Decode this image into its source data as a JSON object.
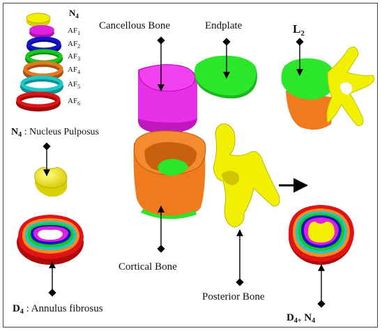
{
  "labels": {
    "cancellous_bone": "Cancellous Bone",
    "endplate": "Endplate",
    "l2": "L",
    "l2_sub": "2",
    "nucleus_prefix": "N",
    "nucleus_sub": "4",
    "nucleus_text": " : Nucleus Pulposus",
    "annulus_prefix": "D",
    "annulus_sub": "4",
    "annulus_text": " : Annulus fibrosus",
    "cortical_bone": "Cortical Bone",
    "posterior_bone": "Posterior Bone",
    "combined_d": "D",
    "combined_d_sub": "4+",
    "combined_n": " N",
    "combined_n_sub": "4"
  },
  "stack_legend": [
    {
      "text": "N",
      "sub": "4"
    },
    {
      "text": "AF",
      "sub": "1"
    },
    {
      "text": "AF",
      "sub": "2"
    },
    {
      "text": "AF",
      "sub": "3"
    },
    {
      "text": "AF",
      "sub": "4"
    },
    {
      "text": "AF",
      "sub": "5"
    },
    {
      "text": "AF",
      "sub": "6"
    }
  ],
  "colors": {
    "nucleus": "#f5f000",
    "af1": "#e020e0",
    "af2": "#1414c8",
    "af3": "#19c819",
    "af4": "#e07a20",
    "af5": "#19c8c8",
    "af6": "#e01414",
    "cancellous": "#e830e8",
    "endplate": "#2ce62c",
    "cortical": "#f07a1e",
    "posterior": "#f0f000"
  }
}
